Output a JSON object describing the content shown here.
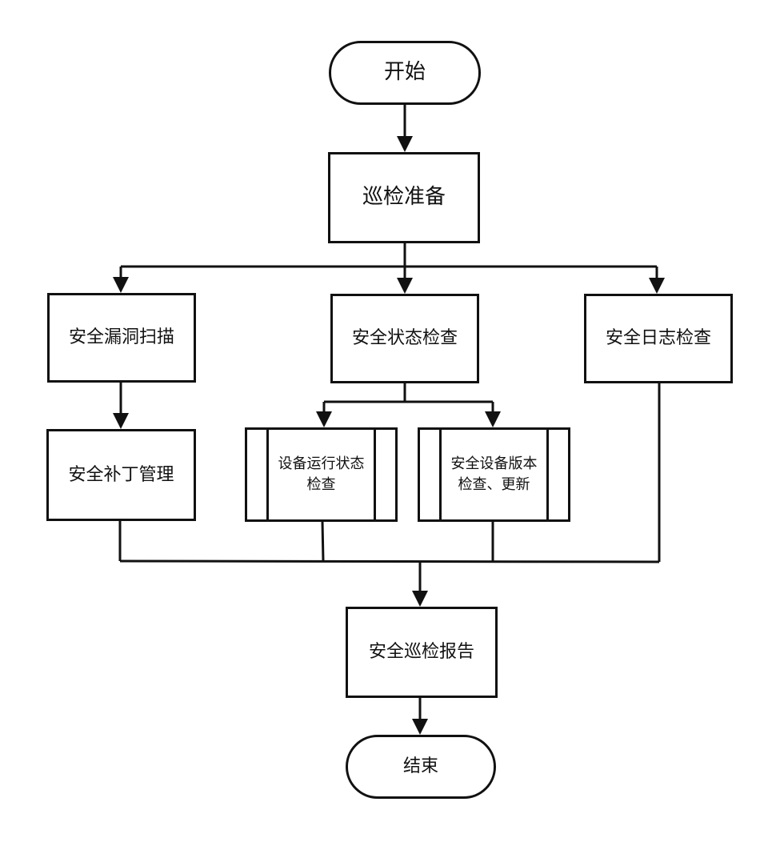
{
  "diagram": {
    "type": "flowchart",
    "nodes": {
      "start": "开始",
      "prepare": "巡检准备",
      "vuln_scan": "安全漏洞扫描",
      "status_check": "安全状态检查",
      "log_check": "安全日志检查",
      "patch_mgmt": "安全补丁管理",
      "device_status": "设备运行状态\n检查",
      "device_version": "安全设备版本\n检查、更新",
      "report": "安全巡检报告",
      "end": "结束"
    },
    "edges": [
      [
        "start",
        "prepare"
      ],
      [
        "prepare",
        "vuln_scan"
      ],
      [
        "prepare",
        "status_check"
      ],
      [
        "prepare",
        "log_check"
      ],
      [
        "vuln_scan",
        "patch_mgmt"
      ],
      [
        "status_check",
        "device_status"
      ],
      [
        "status_check",
        "device_version"
      ],
      [
        "patch_mgmt",
        "report"
      ],
      [
        "device_status",
        "report"
      ],
      [
        "device_version",
        "report"
      ],
      [
        "log_check",
        "report"
      ],
      [
        "report",
        "end"
      ]
    ],
    "line_color": "#111111"
  }
}
